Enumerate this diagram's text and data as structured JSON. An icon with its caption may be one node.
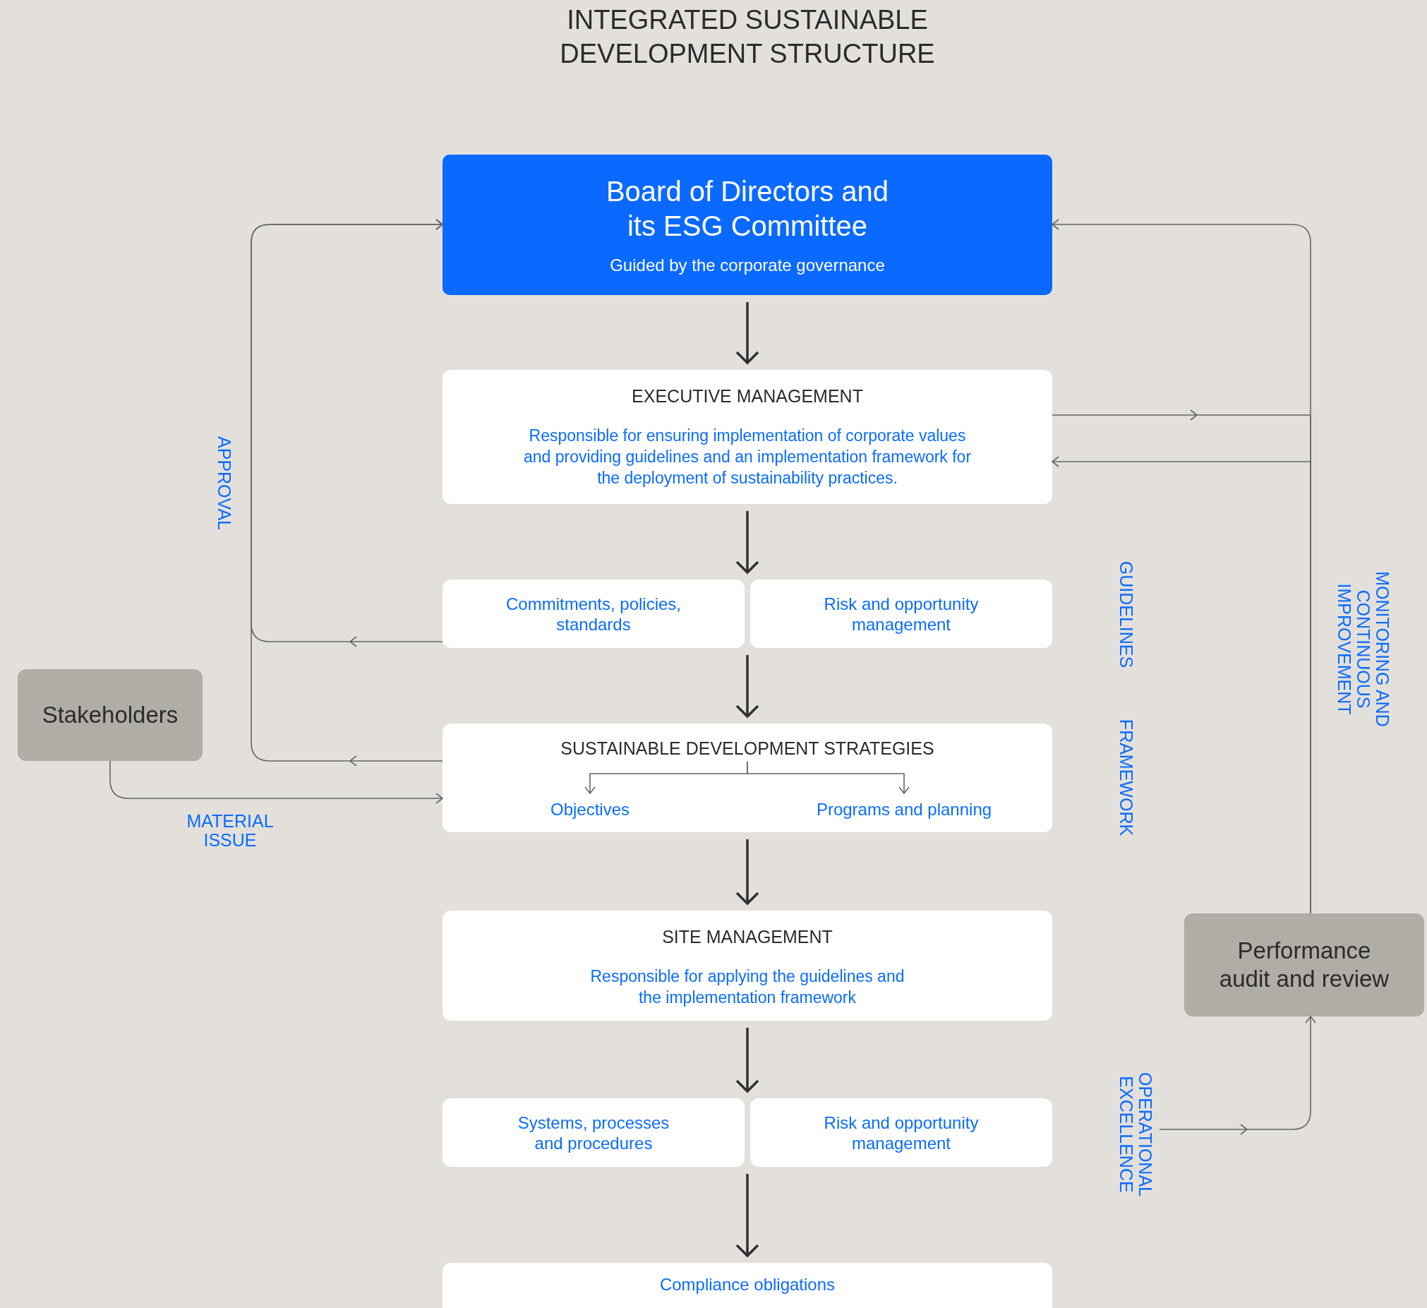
{
  "diagram": {
    "title": "INTEGRATED SUSTAINABLE DEVELOPMENT STRUCTURE",
    "nodes": [
      {
        "text": [
          "Board of Directors and its ESG Committee",
          "Guided by the corporate governance"
        ]
      },
      {
        "text": [
          "EXECUTIVE MANAGEMENT",
          "Responsible for ensuring implementation of corporate values and providing guidelines and an implementation framework for the deployment of sustainability practices."
        ]
      },
      {
        "text": [
          "Commitments, policies, standards"
        ]
      },
      {
        "text": [
          "Risk and opportunity management"
        ]
      },
      {
        "text": [],
        "shape": "box"
      },
      {
        "text": [
          "SUSTAINABLE DEVELOPMENT STRATEGIES"
        ],
        "in": 4
      },
      {
        "text": [
          "Objectives"
        ],
        "in": 4
      },
      {
        "text": [
          "Programs and planning"
        ],
        "in": 4
      },
      {
        "text": [
          "SITE MANAGEMENT",
          "Responsible for applying the guidelines and the implementation framework"
        ]
      },
      {
        "text": [
          "Systems, processes and procedures"
        ]
      },
      {
        "text": [
          "Risk and opportunity management"
        ]
      },
      {
        "text": [
          "Compliance obligations"
        ]
      },
      {
        "text": [
          "Stakeholders"
        ]
      },
      {
        "text": [
          "Performance audit and review"
        ]
      },
      {
        "text": [
          "OPERATIONAL EXCELLENCE"
        ]
      }
    ],
    "edges": [
      {
        "from": 0,
        "to": 1,
        "arrow": "to"
      },
      {
        "from": 1,
        "to": 2,
        "arrow": "to"
      },
      {
        "from": 1,
        "to": 3,
        "arrow": "to"
      },
      {
        "from": 2,
        "to": 4,
        "arrow": "to"
      },
      {
        "from": 3,
        "to": 4,
        "arrow": "to"
      },
      {
        "from": 5,
        "to": 6,
        "arrow": "to"
      },
      {
        "from": 5,
        "to": 7,
        "arrow": "to"
      },
      {
        "from": 4,
        "to": 8,
        "arrow": "to"
      },
      {
        "from": 8,
        "to": 9,
        "arrow": "to"
      },
      {
        "from": 8,
        "to": 10,
        "arrow": "to"
      },
      {
        "from": 9,
        "to": 11,
        "arrow": "to"
      },
      {
        "from": 10,
        "to": 11,
        "arrow": "to"
      },
      {
        "from": 2,
        "to": 0,
        "arrow": "to",
        "label": "APPROVAL"
      },
      {
        "from": 4,
        "to": 0,
        "arrow": "to"
      },
      {
        "from": 12,
        "to": 4,
        "arrow": "to",
        "label": "MATERIAL ISSUE"
      },
      {
        "from": 1,
        "to": 13,
        "arrow": "to"
      },
      {
        "from": 13,
        "to": 1,
        "arrow": "to"
      },
      {
        "from": 13,
        "to": 0,
        "arrow": "to",
        "label": "MONITORING AND CONTINUOUS IMPROVEMENT"
      },
      {
        "from": 14,
        "to": 13,
        "arrow": "to"
      }
    ],
    "labels": [
      "GUIDELINES",
      "FRAMEWORK"
    ]
  }
}
